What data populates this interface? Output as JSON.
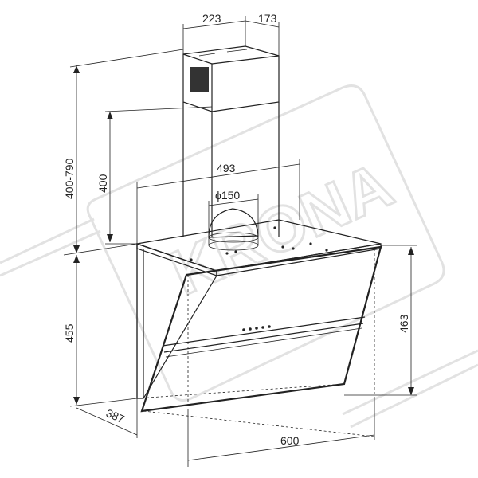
{
  "dimensions": {
    "duct_width": "223",
    "duct_depth": "173",
    "chimney_height": "400-790",
    "chimney_inner": "400",
    "hood_depth": "493",
    "outlet_diameter": "ϕ150",
    "body_height_left": "455",
    "body_height_right": "463",
    "base_depth": "387",
    "base_width": "600"
  },
  "watermark": "KRONA",
  "colors": {
    "line": "#222222",
    "watermark": "#e2e2e2"
  }
}
